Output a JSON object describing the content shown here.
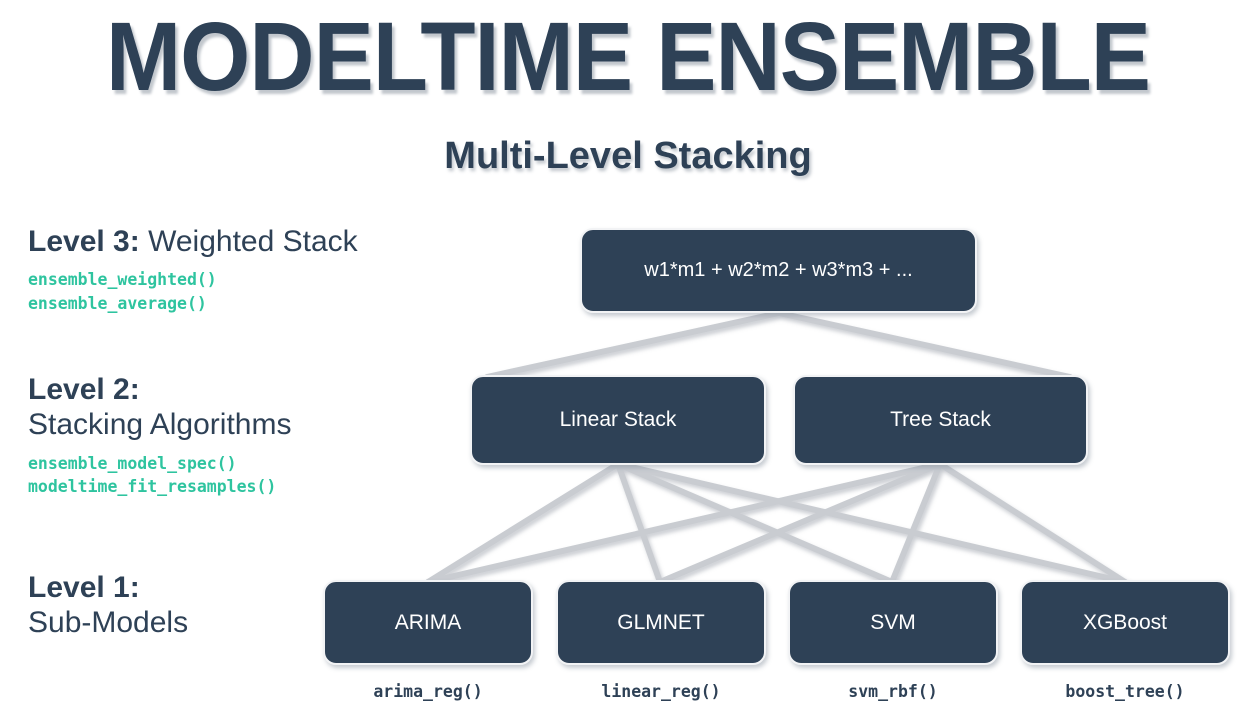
{
  "header": {
    "title": "MODELTIME ENSEMBLE",
    "subtitle": "Multi-Level Stacking"
  },
  "theme": {
    "node_fill": "#2e4156",
    "node_text": "#ffffff",
    "heading_color": "#2e4156",
    "function_accent": "#2ec49f",
    "connector_color": "#c9ccd1",
    "background": "#ffffff"
  },
  "levels": [
    {
      "id": "level-3",
      "label": "Level 3:",
      "description": "Weighted Stack",
      "inline": true,
      "functions": [
        "ensemble_weighted()",
        "ensemble_average()"
      ]
    },
    {
      "id": "level-2",
      "label": "Level 2:",
      "description": "Stacking Algorithms",
      "inline": false,
      "functions": [
        "ensemble_model_spec()",
        "modeltime_fit_resamples()"
      ]
    },
    {
      "id": "level-1",
      "label": "Level 1:",
      "description": "Sub-Models",
      "inline": false,
      "functions": []
    }
  ],
  "nodes": {
    "level3": [
      {
        "id": "weighted-stack",
        "label": "w1*m1 + w2*m2 + w3*m3 + ..."
      }
    ],
    "level2": [
      {
        "id": "linear-stack",
        "label": "Linear Stack"
      },
      {
        "id": "tree-stack",
        "label": "Tree Stack"
      }
    ],
    "level1": [
      {
        "id": "arima",
        "label": "ARIMA",
        "function": "arima_reg()"
      },
      {
        "id": "glmnet",
        "label": "GLMNET",
        "function": "linear_reg()"
      },
      {
        "id": "svm",
        "label": "SVM",
        "function": "svm_rbf()"
      },
      {
        "id": "xgboost",
        "label": "XGBoost",
        "function": "boost_tree()"
      }
    ]
  },
  "connections": [
    {
      "from": "weighted-stack",
      "to": "linear-stack"
    },
    {
      "from": "weighted-stack",
      "to": "tree-stack"
    },
    {
      "from": "linear-stack",
      "to": "arima"
    },
    {
      "from": "linear-stack",
      "to": "glmnet"
    },
    {
      "from": "linear-stack",
      "to": "svm"
    },
    {
      "from": "linear-stack",
      "to": "xgboost"
    },
    {
      "from": "tree-stack",
      "to": "arima"
    },
    {
      "from": "tree-stack",
      "to": "glmnet"
    },
    {
      "from": "tree-stack",
      "to": "svm"
    },
    {
      "from": "tree-stack",
      "to": "xgboost"
    }
  ]
}
